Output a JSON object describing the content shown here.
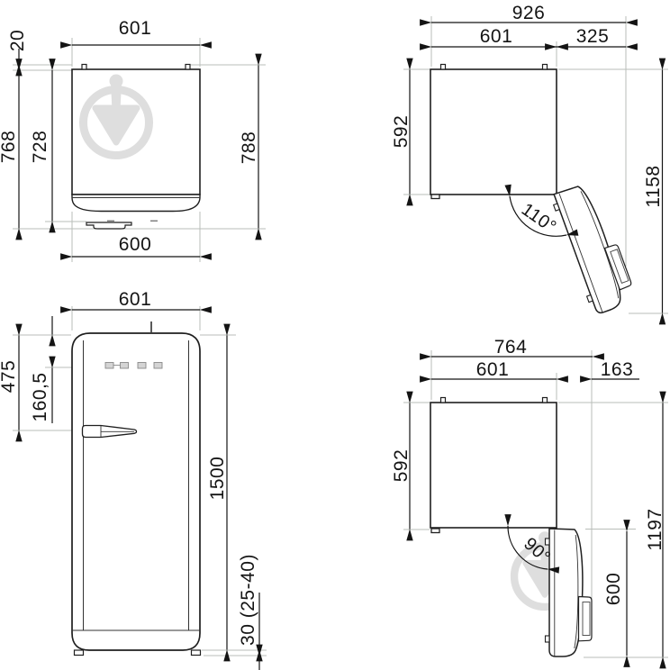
{
  "views": {
    "topClosed": {
      "width": "601",
      "rearClearance": "20",
      "depthHandle": "768",
      "depthBody": "728",
      "depthTotal": "788",
      "doorWidth": "600"
    },
    "topOpen110": {
      "overallWidth": "926",
      "bodyWidth": "601",
      "doorProjection": "325",
      "depth": "592",
      "overallDepth": "1158",
      "angle": "110°"
    },
    "front": {
      "width": "601",
      "topToHandle": "475",
      "topToDisplay": "160,5",
      "height": "1500",
      "feet": "30 (25-40)"
    },
    "topOpen90": {
      "overallWidth": "764",
      "bodyWidth": "601",
      "doorProjection": "163",
      "depth": "592",
      "overallDepth": "1197",
      "doorLength": "600",
      "angle": "90°"
    }
  }
}
